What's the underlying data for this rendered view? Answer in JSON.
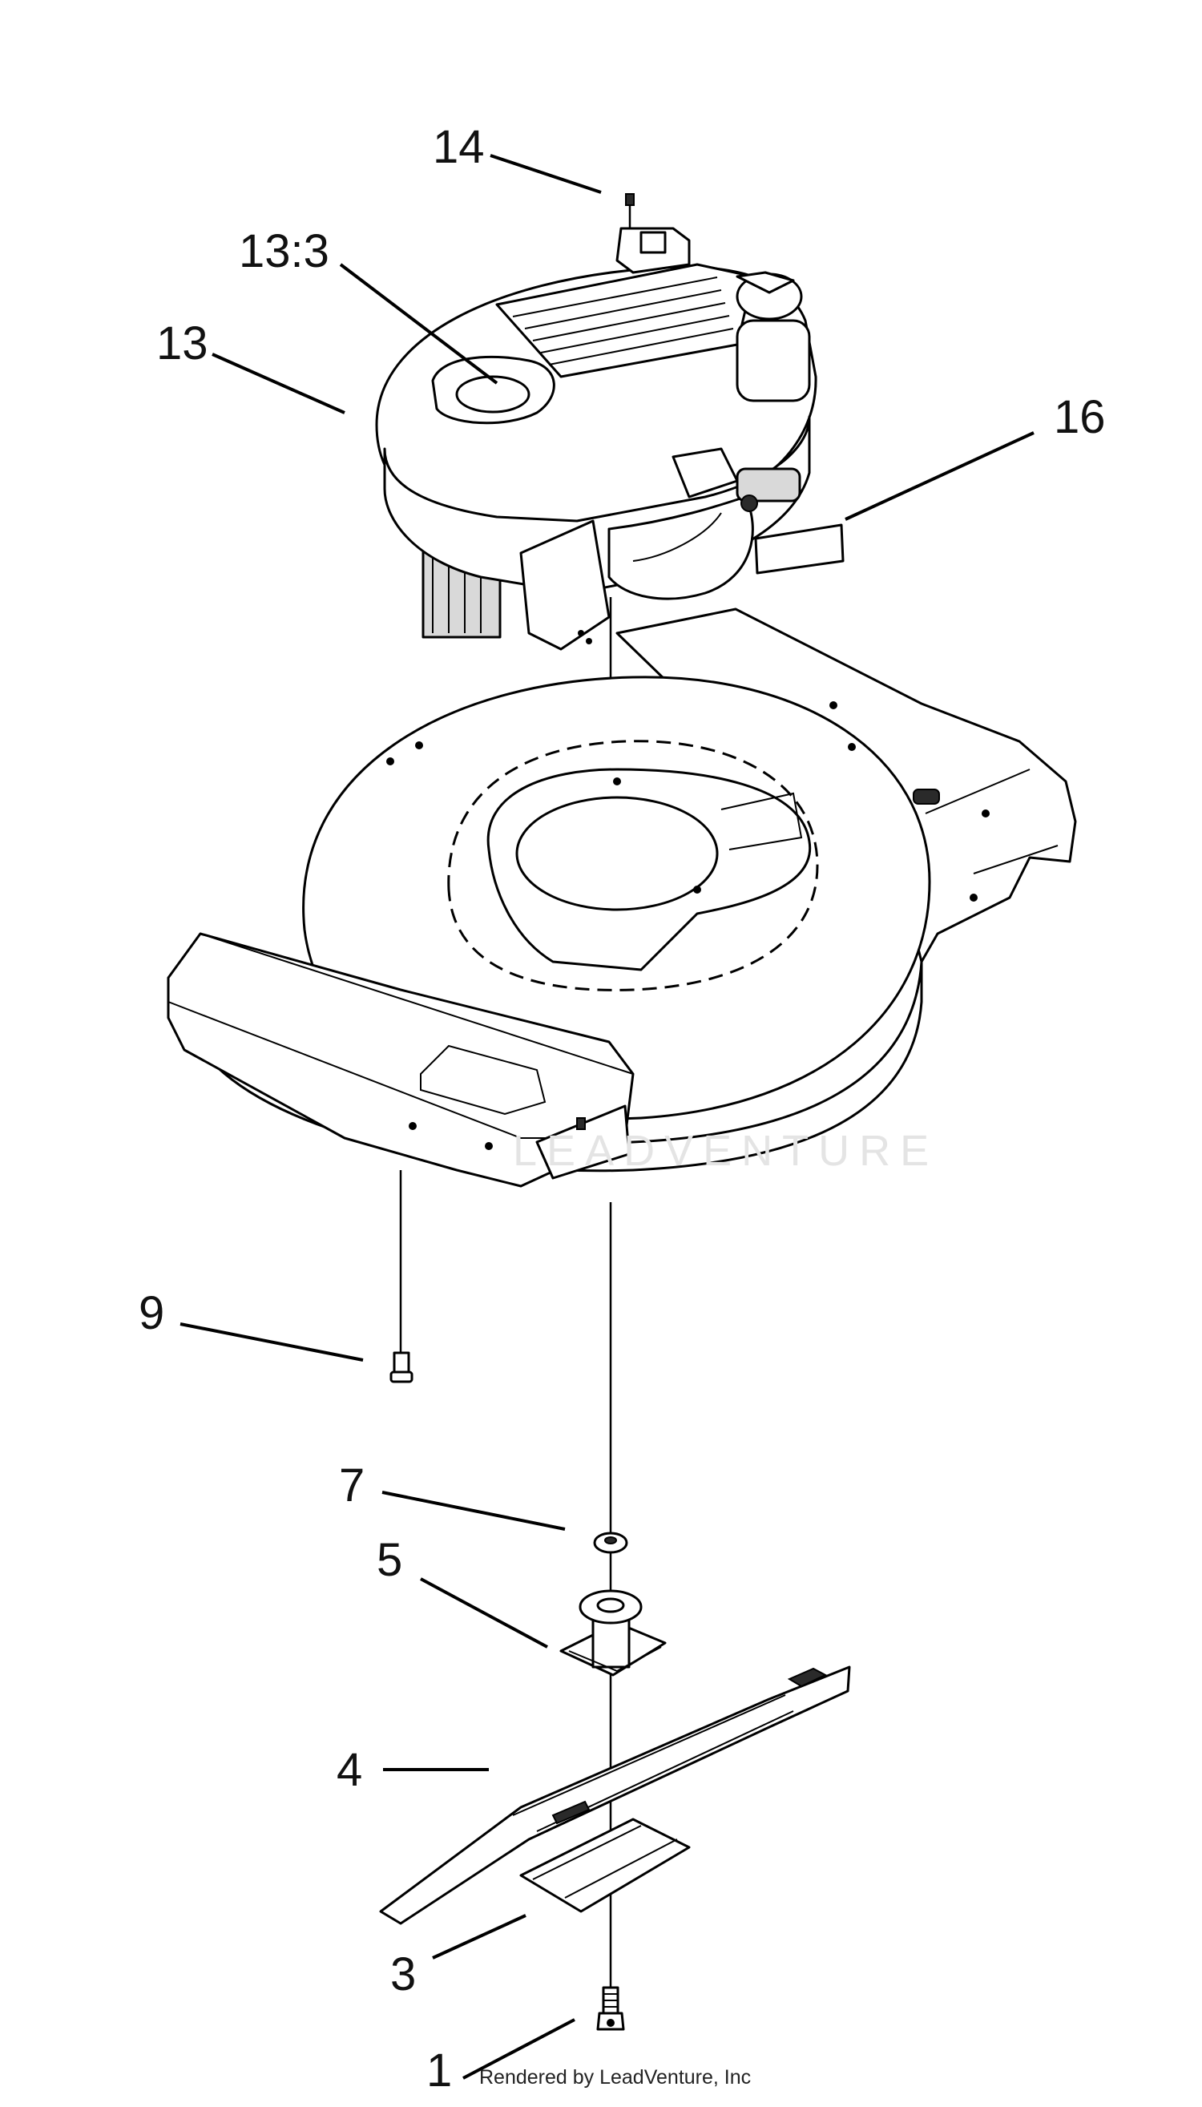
{
  "diagram": {
    "callouts": [
      {
        "id": "14",
        "label": "14"
      },
      {
        "id": "13-3",
        "label": "13:3"
      },
      {
        "id": "13",
        "label": "13"
      },
      {
        "id": "16",
        "label": "16"
      },
      {
        "id": "9",
        "label": "9"
      },
      {
        "id": "7",
        "label": "7"
      },
      {
        "id": "5",
        "label": "5"
      },
      {
        "id": "4",
        "label": "4"
      },
      {
        "id": "3",
        "label": "3"
      },
      {
        "id": "1",
        "label": "1"
      }
    ],
    "parts": [
      {
        "name": "engine",
        "callout": "13"
      },
      {
        "name": "engine-cover-decal",
        "callout": "13:3"
      },
      {
        "name": "engine-screw",
        "callout": "14"
      },
      {
        "name": "label-decal",
        "callout": "16"
      },
      {
        "name": "mower-deck"
      },
      {
        "name": "deck-bolt",
        "callout": "9"
      },
      {
        "name": "nut",
        "callout": "7"
      },
      {
        "name": "blade-adapter",
        "callout": "5"
      },
      {
        "name": "blade",
        "callout": "4"
      },
      {
        "name": "blade-stiffener",
        "callout": "3"
      },
      {
        "name": "blade-bolt",
        "callout": "1"
      }
    ]
  },
  "watermark": "LEADVENTURE",
  "footer": "Rendered by LeadVenture, Inc"
}
